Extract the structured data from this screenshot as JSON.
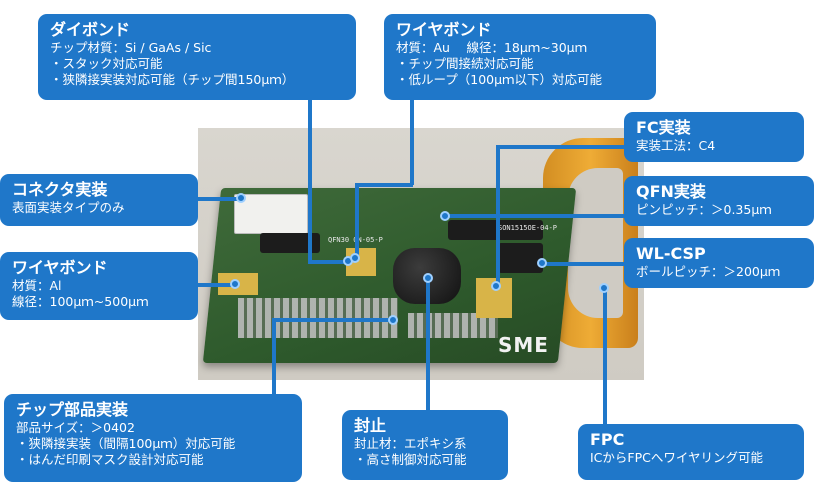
{
  "callouts": {
    "die_bond": {
      "title": "ダイボンド",
      "lines": [
        "チップ材質：Si / GaAs / Sic",
        "・スタック対応可能",
        "・狭隣接実装対応可能（チップ間150μｍ）"
      ]
    },
    "wire_bond_au": {
      "title": "ワイヤボンド",
      "lines": [
        "材質：Au　 線径：18μｍ~30μｍ",
        "・チップ間接続対応可能",
        "・低ループ（100μｍ以下）対応可能"
      ]
    },
    "fc": {
      "title": "FC実装",
      "lines": [
        "実装工法：C4"
      ]
    },
    "qfn": {
      "title": "QFN実装",
      "lines": [
        "ピンピッチ：＞0.35μｍ"
      ]
    },
    "wlcsp": {
      "title": "WL-CSP",
      "lines": [
        "ボールピッチ：＞200μｍ"
      ]
    },
    "connector": {
      "title": "コネクタ実装",
      "lines": [
        "表面実装タイプのみ"
      ]
    },
    "wire_bond_al": {
      "title": "ワイヤボンド",
      "lines": [
        "材質：Al",
        "線径：100μｍ~500μｍ"
      ]
    },
    "chip_parts": {
      "title": "チップ部品実装",
      "lines": [
        "部品サイズ：＞0402",
        "・狭隣接実装（間隔100μｍ）対応可能",
        "・はんだ印刷マスク設計対応可能"
      ]
    },
    "sealing": {
      "title": "封止",
      "lines": [
        "封止材：エポキシ系",
        "・高さ制御対応可能"
      ]
    },
    "fpc": {
      "title": "FPC",
      "lines": [
        "ICからFPCへワイヤリング可能"
      ]
    }
  },
  "photo": {
    "logo_text": "SME",
    "silk_qfn": "QFN30 0N-05-P",
    "silk_son": "SON1515OE-04-P"
  },
  "colors": {
    "callout_bg": "#1f77c9",
    "callout_text": "#ffffff",
    "board": "#2e5a2c",
    "fpc": "#f0aa2e"
  }
}
